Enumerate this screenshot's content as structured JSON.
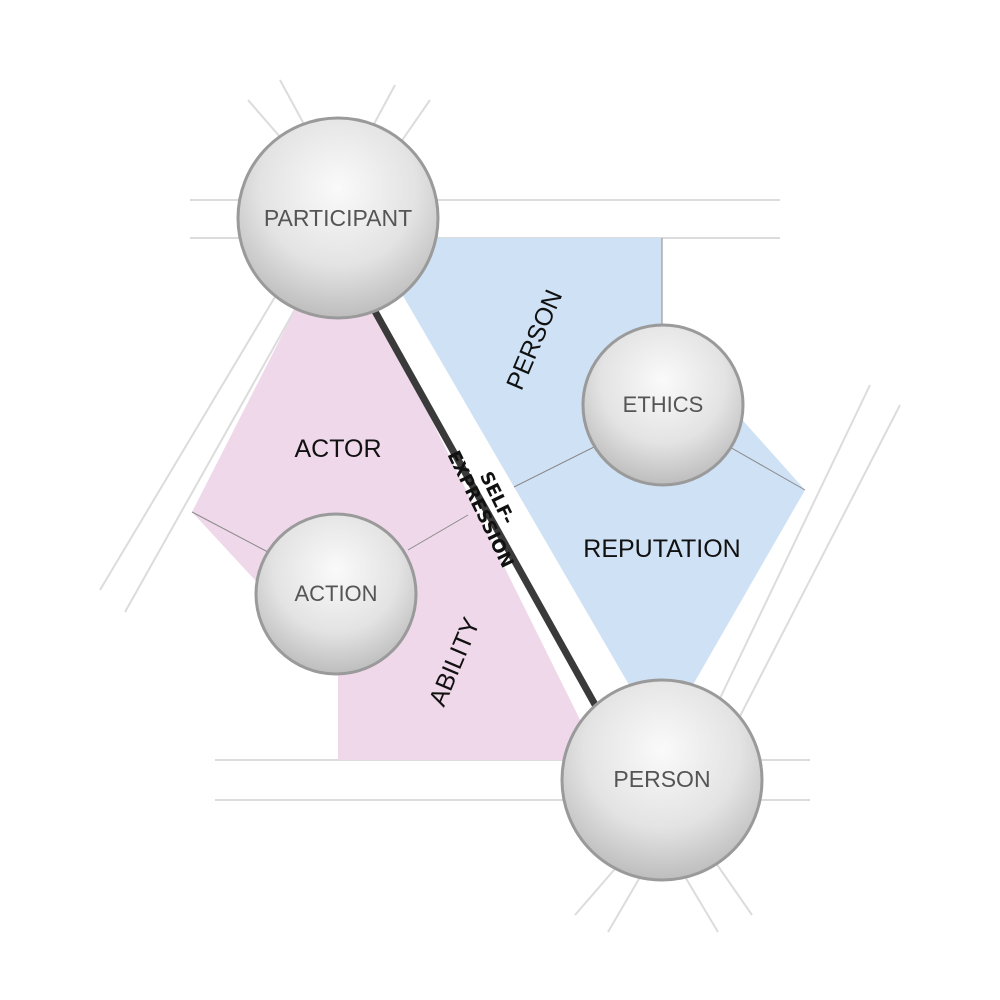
{
  "nodes": {
    "participant": "PARTICIPANT",
    "ethics": "ETHICS",
    "action": "ACTION",
    "person": "PERSON"
  },
  "regions": {
    "actor": "ACTOR",
    "ability": "ABILITY",
    "person": "PERSON",
    "reputation": "REPUTATION",
    "self_expression_line1": "SELF-",
    "self_expression_line2": "EXPRESSION"
  },
  "colors": {
    "pink_region": "#efd8ea",
    "blue_region": "#cfe1f4",
    "divider_bar": "#3a3a3a",
    "node_outline": "#9a9a9a",
    "track_lines": "#dcdcdc"
  }
}
